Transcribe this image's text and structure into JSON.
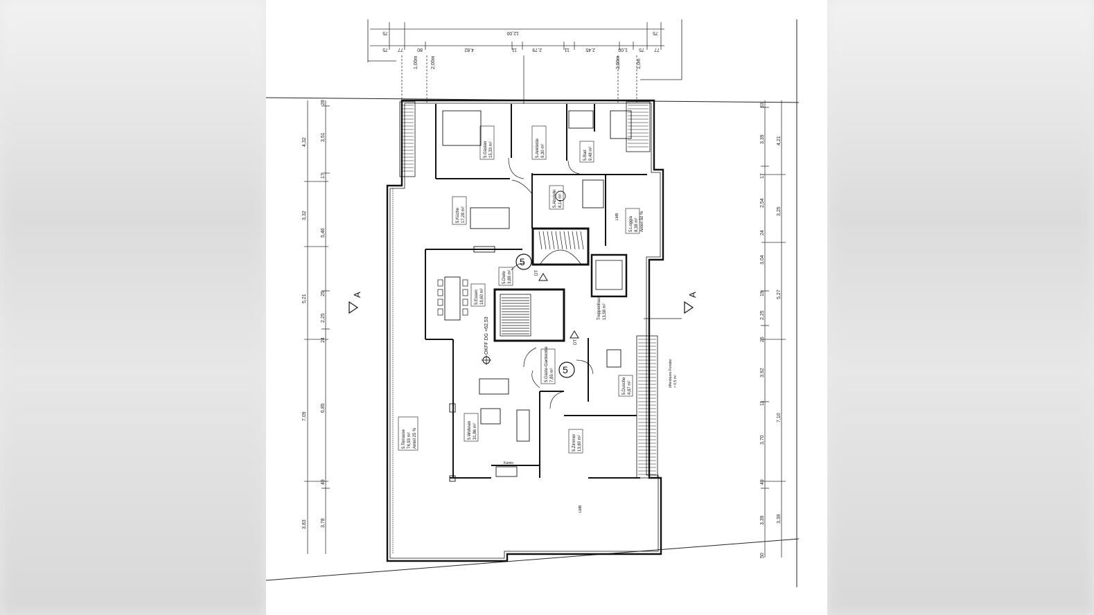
{
  "top_dims": {
    "row1": [
      "75",
      "12,00",
      "75"
    ],
    "row2": [
      "75",
      "77",
      "80",
      "4,82",
      "11",
      "2,79",
      "11",
      "2,45",
      "1,00",
      "75",
      "77"
    ],
    "setbacks": [
      "1,00m",
      "2,00m",
      "2,00m",
      "1,0m"
    ]
  },
  "left_dims": {
    "outer": [
      "4,32",
      "3,32",
      "5,21",
      "7,09",
      "3,83"
    ],
    "inner": [
      "28",
      "3,51",
      "17",
      "5,46",
      "25",
      "2,25",
      "24",
      "6,85",
      "49",
      "3,78"
    ]
  },
  "right_dims": {
    "outer": [
      "4,21",
      "3,25",
      "5,27",
      "7,10",
      "3,39"
    ],
    "inner": [
      "33",
      "3,39",
      "17",
      "2,54",
      "24",
      "3,04",
      "19",
      "2,25",
      "25",
      "3,92",
      "11",
      "3,70",
      "49",
      "3,39",
      "50"
    ]
  },
  "rooms": [
    {
      "name": "5.Gästen",
      "area": "15,33 m²"
    },
    {
      "name": "5.Ankleide",
      "area": "9,30 m²"
    },
    {
      "name": "5.Bad",
      "area": "9,48 m²"
    },
    {
      "name": "5.Küche",
      "area": "17,28 m²"
    },
    {
      "name": "5.Abstelln",
      "area": "8,14 m²"
    },
    {
      "name": "5.Loggia",
      "area": "8,38 m²",
      "note": "Anteil 50 %"
    },
    {
      "name": "5.Diele",
      "area": "3,88 m²"
    },
    {
      "name": "5.Essen",
      "area": "18,60 m²"
    },
    {
      "name": "Treppenhaus",
      "area": "13,58 m²"
    },
    {
      "name": "5.Terrasse",
      "area": "74,93 m²",
      "note": "Anteil 25 %"
    },
    {
      "name": "5.Wohnen",
      "area": "31,86 m²"
    },
    {
      "name": "5.Gäste-Garderobe",
      "area": "7,85 m²"
    },
    {
      "name": "5.Dusche",
      "area": "4,87 m²"
    },
    {
      "name": "5.Zimmer",
      "area": "13,80 m²"
    }
  ],
  "labels": {
    "section_left": "A",
    "section_right": "A",
    "floor_level": "OKFF DG +62,53",
    "kamin": "Kamin",
    "lmb": "LMB",
    "lmb2": "LMB",
    "unit_upper": "5",
    "unit_lower": "5",
    "dt_upper": "DT",
    "dt_lower": "DT",
    "window_note": "öffenbares Fenster",
    "window_note2": "> 0,5 m²"
  }
}
